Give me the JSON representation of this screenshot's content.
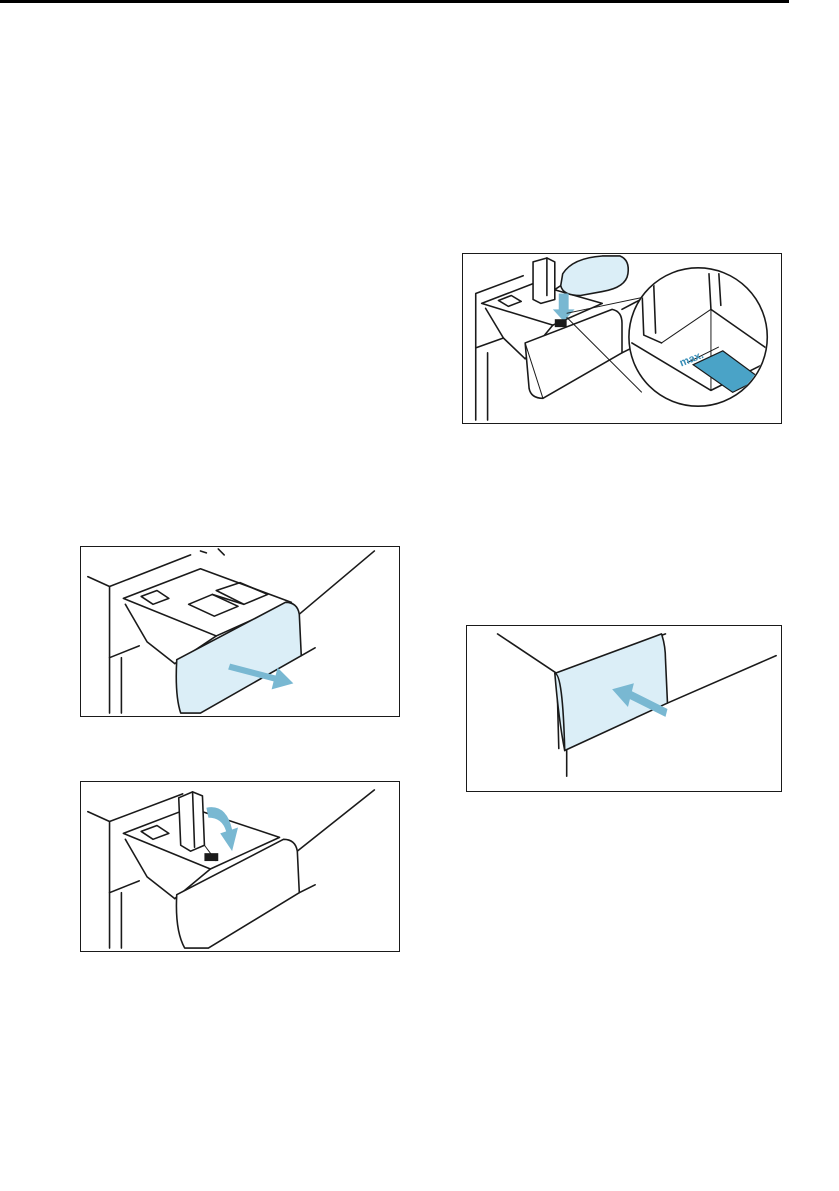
{
  "page": {
    "background": "#ffffff",
    "rule_color": "#000000"
  },
  "colors": {
    "accent_blue": "#79b8d2",
    "panel_blue": "#dbeef7",
    "detergent_blue": "#4aa3c7"
  },
  "figures": [
    {
      "id": "fill-detergent",
      "label_text": "max.",
      "icon": "detergent-bottle-pouring-icon"
    },
    {
      "id": "pull-out-drawer",
      "icon": "pull-arrow-icon"
    },
    {
      "id": "flip-insert",
      "icon": "rotate-arrow-icon"
    },
    {
      "id": "push-in-drawer",
      "icon": "push-arrow-icon"
    }
  ]
}
